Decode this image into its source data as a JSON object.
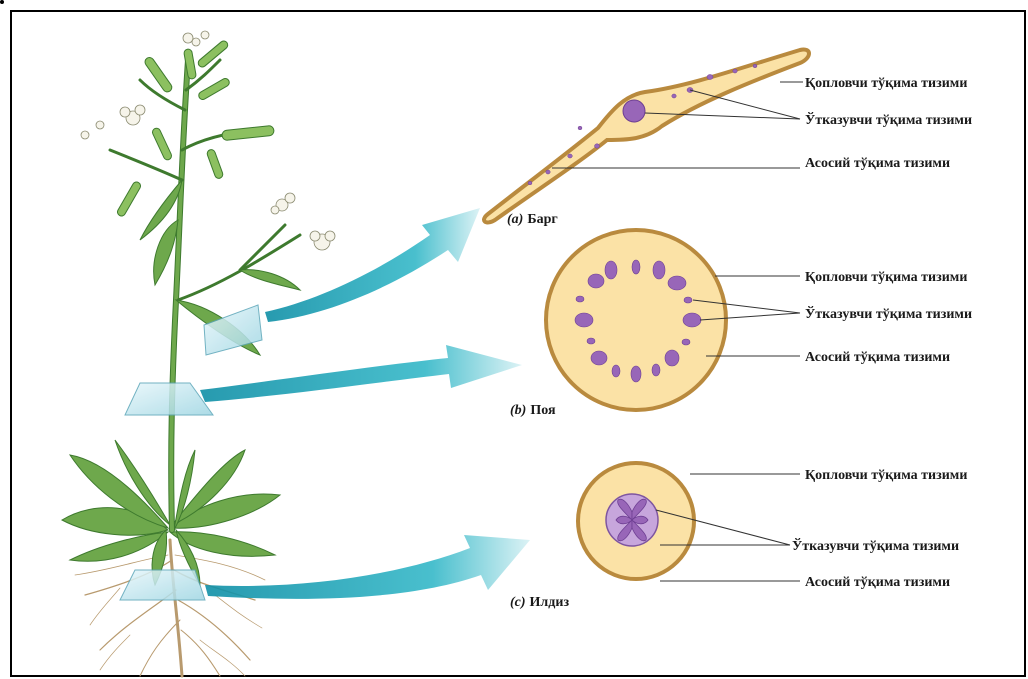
{
  "colors": {
    "ground_tissue": "#fbe2a6",
    "outline": "#b98a3e",
    "vascular": "#9866b8",
    "vascular_dark": "#6e3f93",
    "arrow": "#1ea4b8",
    "plant_green": "#6ea84c",
    "plant_dark": "#3e7a2e",
    "root": "#b89a6e",
    "plane": "#bfe6ef"
  },
  "panels": {
    "leaf": {
      "caption_letter": "(a)",
      "caption_name": "Барг",
      "labels": {
        "dermal": "Қопловчи тўқима тизими",
        "vascular": "Ўтказувчи тўқима тизими",
        "ground": "Асосий тўқима тизими"
      }
    },
    "stem": {
      "caption_letter": "(b)",
      "caption_name": "Поя",
      "labels": {
        "dermal": "Қопловчи тўқима тизими",
        "vascular": "Ўтказувчи тўқима тизими",
        "ground": "Асосий тўқима тизими"
      }
    },
    "root": {
      "caption_letter": "(c)",
      "caption_name": "Илдиз",
      "labels": {
        "dermal": "Қопловчи тўқима тизими",
        "vascular": "Ўтказувчи тўқима тизими",
        "ground": "Асосий тўқима тизими"
      }
    }
  },
  "icons": [
    "plant-illustration",
    "section-plane",
    "cross-section-arrow"
  ]
}
